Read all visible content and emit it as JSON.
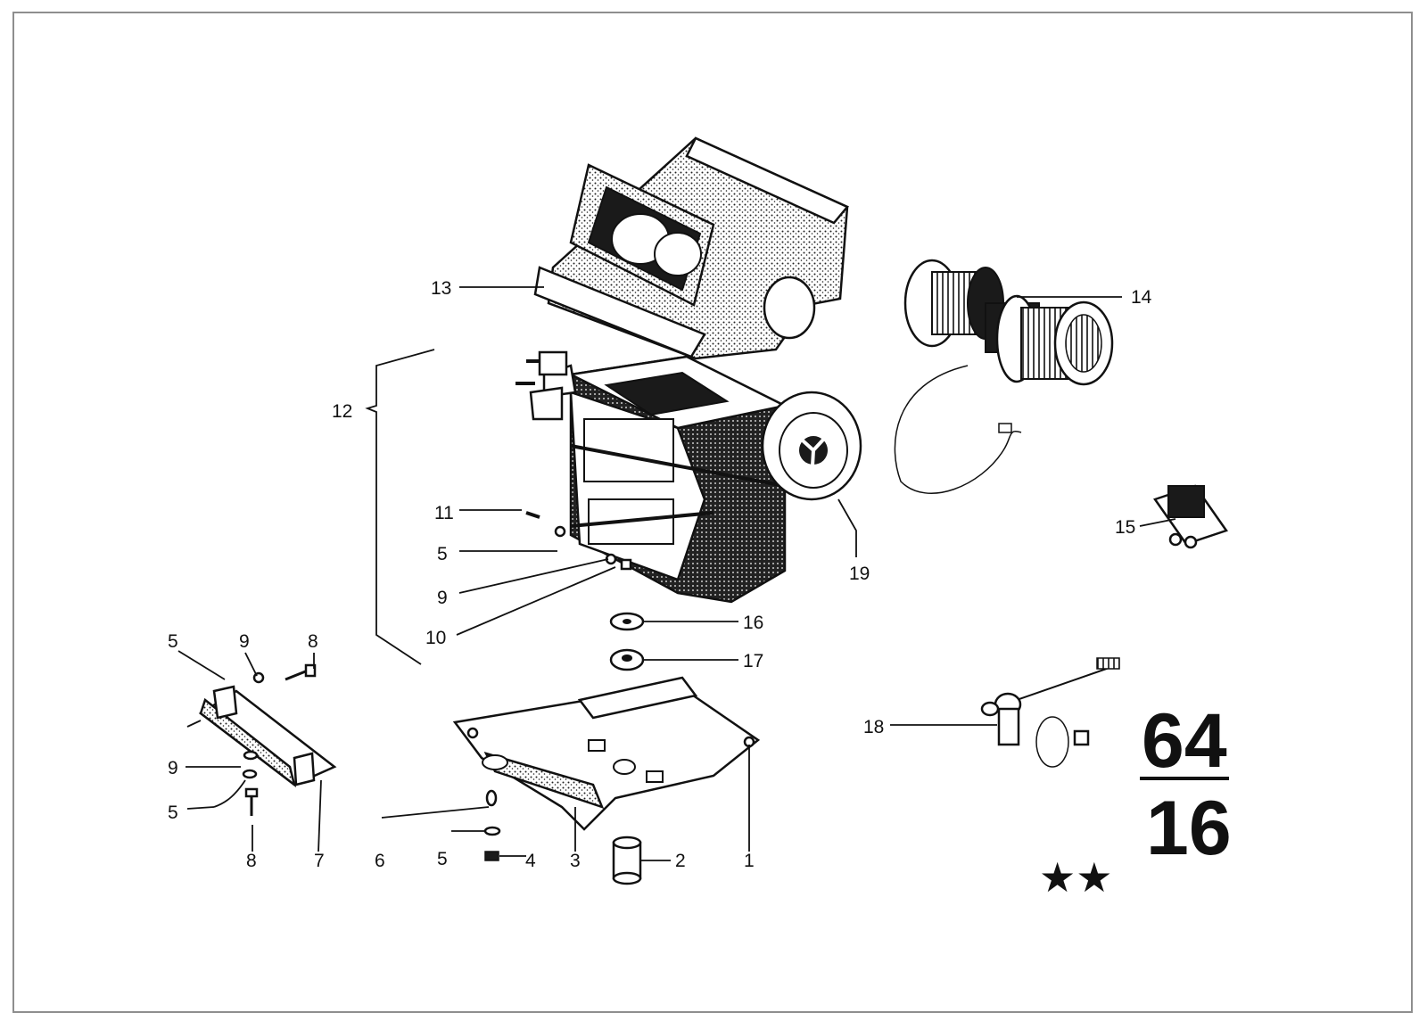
{
  "diagram": {
    "group_number": "64",
    "sub_number": "16",
    "stars": "★★",
    "callouts": {
      "n1": "1",
      "n2": "2",
      "n3": "3",
      "n4": "4",
      "n5a": "5",
      "n5b": "5",
      "n5c": "5",
      "n5d": "5",
      "n6": "6",
      "n7": "7",
      "n8a": "8",
      "n8b": "8",
      "n9a": "9",
      "n9b": "9",
      "n9c": "9",
      "n10": "10",
      "n11": "11",
      "n12": "12",
      "n13": "13",
      "n14": "14",
      "n15": "15",
      "n16": "16",
      "n17": "17",
      "n18": "18",
      "n19": "19"
    }
  }
}
